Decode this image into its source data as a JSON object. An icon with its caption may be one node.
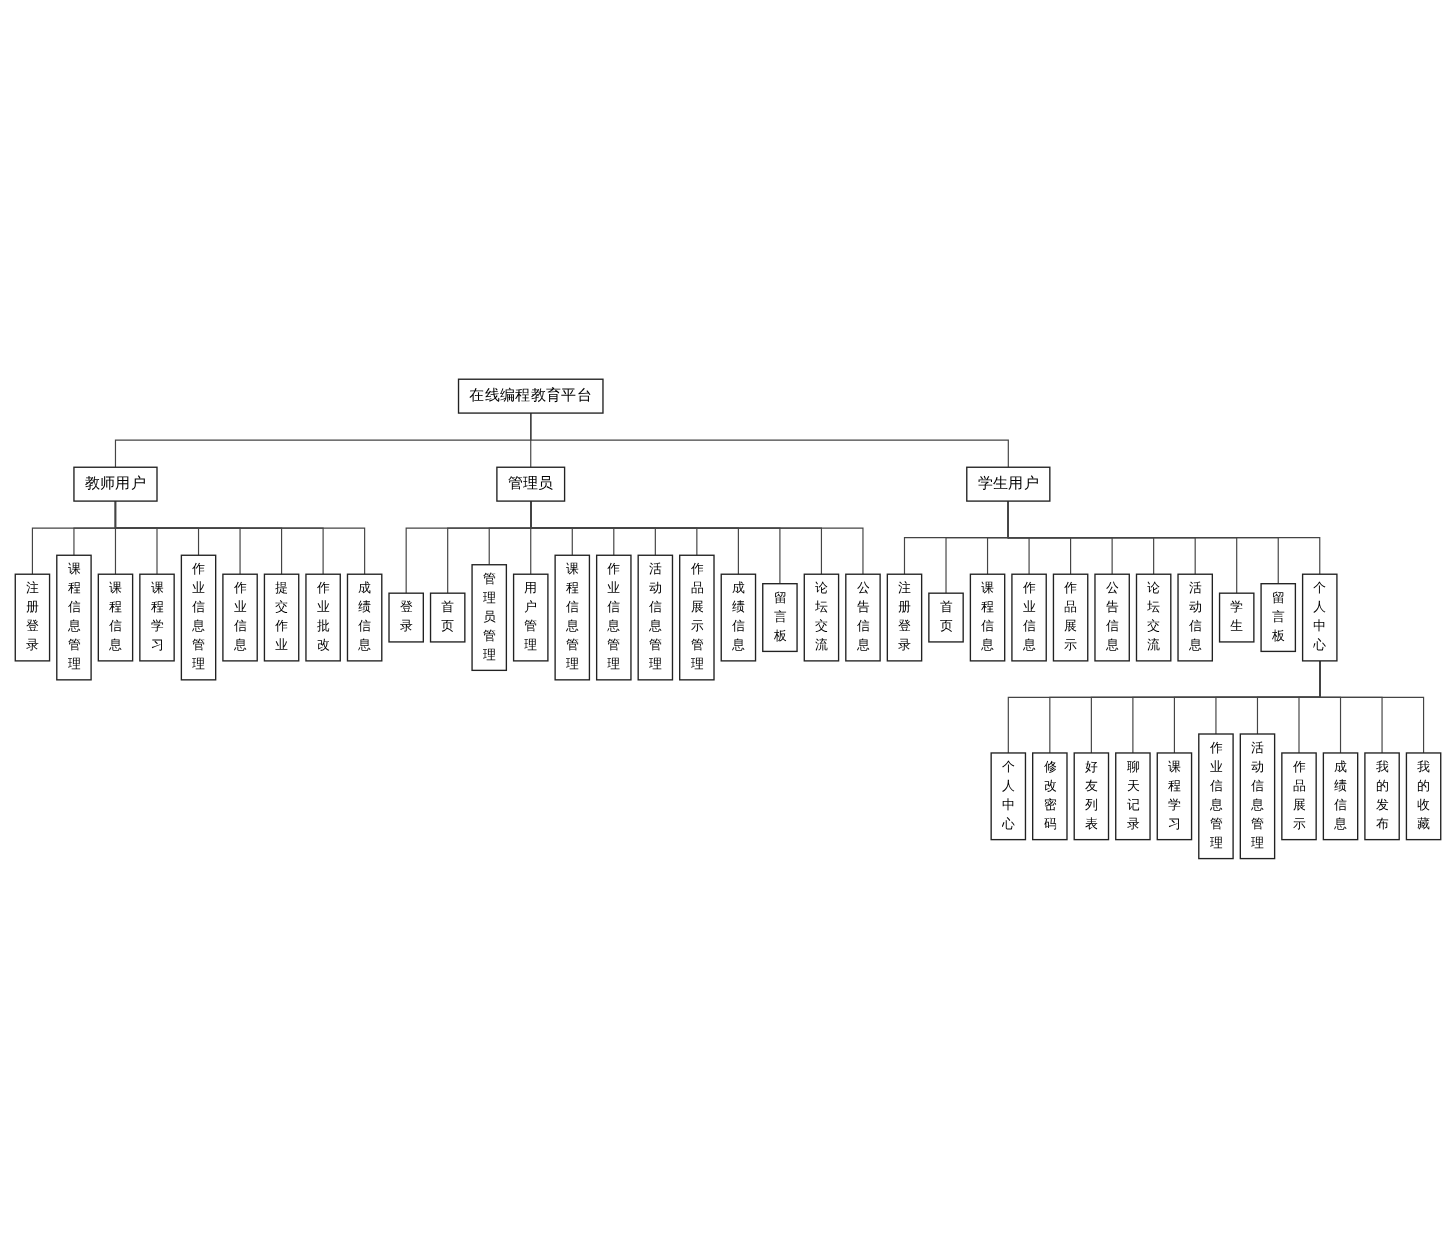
{
  "diagram": {
    "nodes": [
      {
        "text": [
          "在线编程教育平台"
        ]
      },
      {
        "text": [
          "教师用户"
        ]
      },
      {
        "text": [
          "注册登录"
        ]
      },
      {
        "text": [
          "课程信息管理"
        ]
      },
      {
        "text": [
          "课程信息"
        ]
      },
      {
        "text": [
          "课程学习"
        ]
      },
      {
        "text": [
          "作业信息管理"
        ]
      },
      {
        "text": [
          "作业信息"
        ]
      },
      {
        "text": [
          "提交作业"
        ]
      },
      {
        "text": [
          "作业批改"
        ]
      },
      {
        "text": [
          "成绩信息"
        ]
      },
      {
        "text": [
          "管理员"
        ]
      },
      {
        "text": [
          "登录"
        ]
      },
      {
        "text": [
          "首页"
        ]
      },
      {
        "text": [
          "管理员管理"
        ]
      },
      {
        "text": [
          "用户管理"
        ]
      },
      {
        "text": [
          "课程信息管理"
        ]
      },
      {
        "text": [
          "作业信息管理"
        ]
      },
      {
        "text": [
          "活动信息管理"
        ]
      },
      {
        "text": [
          "作品展示管理"
        ]
      },
      {
        "text": [
          "成绩信息"
        ]
      },
      {
        "text": [
          "留言板"
        ]
      },
      {
        "text": [
          "论坛交流"
        ]
      },
      {
        "text": [
          "公告信息"
        ]
      },
      {
        "text": [
          "学生用户"
        ]
      },
      {
        "text": [
          "注册登录"
        ]
      },
      {
        "text": [
          "首页"
        ]
      },
      {
        "text": [
          "课程信息"
        ]
      },
      {
        "text": [
          "作业信息"
        ]
      },
      {
        "text": [
          "作品展示"
        ]
      },
      {
        "text": [
          "公告信息"
        ]
      },
      {
        "text": [
          "论坛交流"
        ]
      },
      {
        "text": [
          "活动信息"
        ]
      },
      {
        "text": [
          "学生"
        ]
      },
      {
        "text": [
          "留言板"
        ]
      },
      {
        "text": [
          "个人中心"
        ]
      },
      {
        "text": [
          "个人中心"
        ]
      },
      {
        "text": [
          "修改密码"
        ]
      },
      {
        "text": [
          "好友列表"
        ]
      },
      {
        "text": [
          "聊天记录"
        ]
      },
      {
        "text": [
          "课程学习"
        ]
      },
      {
        "text": [
          "作业信息管理"
        ]
      },
      {
        "text": [
          "活动信息管理"
        ]
      },
      {
        "text": [
          "作品展示"
        ]
      },
      {
        "text": [
          "成绩信息"
        ]
      },
      {
        "text": [
          "我的发布"
        ]
      },
      {
        "text": [
          "我的收藏"
        ]
      }
    ],
    "edges": [
      {
        "from": 0,
        "to": 1,
        "arrow": "none"
      },
      {
        "from": 0,
        "to": 11,
        "arrow": "none"
      },
      {
        "from": 0,
        "to": 24,
        "arrow": "none"
      },
      {
        "from": 1,
        "to": 2,
        "arrow": "none"
      },
      {
        "from": 1,
        "to": 3,
        "arrow": "none"
      },
      {
        "from": 1,
        "to": 4,
        "arrow": "none"
      },
      {
        "from": 1,
        "to": 5,
        "arrow": "none"
      },
      {
        "from": 1,
        "to": 6,
        "arrow": "none"
      },
      {
        "from": 1,
        "to": 7,
        "arrow": "none"
      },
      {
        "from": 1,
        "to": 8,
        "arrow": "none"
      },
      {
        "from": 1,
        "to": 9,
        "arrow": "none"
      },
      {
        "from": 1,
        "to": 10,
        "arrow": "none"
      },
      {
        "from": 11,
        "to": 12,
        "arrow": "none"
      },
      {
        "from": 11,
        "to": 13,
        "arrow": "none"
      },
      {
        "from": 11,
        "to": 14,
        "arrow": "none"
      },
      {
        "from": 11,
        "to": 15,
        "arrow": "none"
      },
      {
        "from": 11,
        "to": 16,
        "arrow": "none"
      },
      {
        "from": 11,
        "to": 17,
        "arrow": "none"
      },
      {
        "from": 11,
        "to": 18,
        "arrow": "none"
      },
      {
        "from": 11,
        "to": 19,
        "arrow": "none"
      },
      {
        "from": 11,
        "to": 20,
        "arrow": "none"
      },
      {
        "from": 11,
        "to": 21,
        "arrow": "none"
      },
      {
        "from": 11,
        "to": 22,
        "arrow": "none"
      },
      {
        "from": 11,
        "to": 23,
        "arrow": "none"
      },
      {
        "from": 24,
        "to": 25,
        "arrow": "none"
      },
      {
        "from": 24,
        "to": 26,
        "arrow": "none"
      },
      {
        "from": 24,
        "to": 27,
        "arrow": "none"
      },
      {
        "from": 24,
        "to": 28,
        "arrow": "none"
      },
      {
        "from": 24,
        "to": 29,
        "arrow": "none"
      },
      {
        "from": 24,
        "to": 30,
        "arrow": "none"
      },
      {
        "from": 24,
        "to": 31,
        "arrow": "none"
      },
      {
        "from": 24,
        "to": 32,
        "arrow": "none"
      },
      {
        "from": 24,
        "to": 33,
        "arrow": "none"
      },
      {
        "from": 24,
        "to": 34,
        "arrow": "none"
      },
      {
        "from": 24,
        "to": 35,
        "arrow": "none"
      },
      {
        "from": 35,
        "to": 36,
        "arrow": "none"
      },
      {
        "from": 35,
        "to": 37,
        "arrow": "none"
      },
      {
        "from": 35,
        "to": 38,
        "arrow": "none"
      },
      {
        "from": 35,
        "to": 39,
        "arrow": "none"
      },
      {
        "from": 35,
        "to": 40,
        "arrow": "none"
      },
      {
        "from": 35,
        "to": 41,
        "arrow": "none"
      },
      {
        "from": 35,
        "to": 42,
        "arrow": "none"
      },
      {
        "from": 35,
        "to": 43,
        "arrow": "none"
      },
      {
        "from": 35,
        "to": 44,
        "arrow": "none"
      },
      {
        "from": 35,
        "to": 45,
        "arrow": "none"
      },
      {
        "from": 35,
        "to": 46,
        "arrow": "none"
      }
    ]
  }
}
